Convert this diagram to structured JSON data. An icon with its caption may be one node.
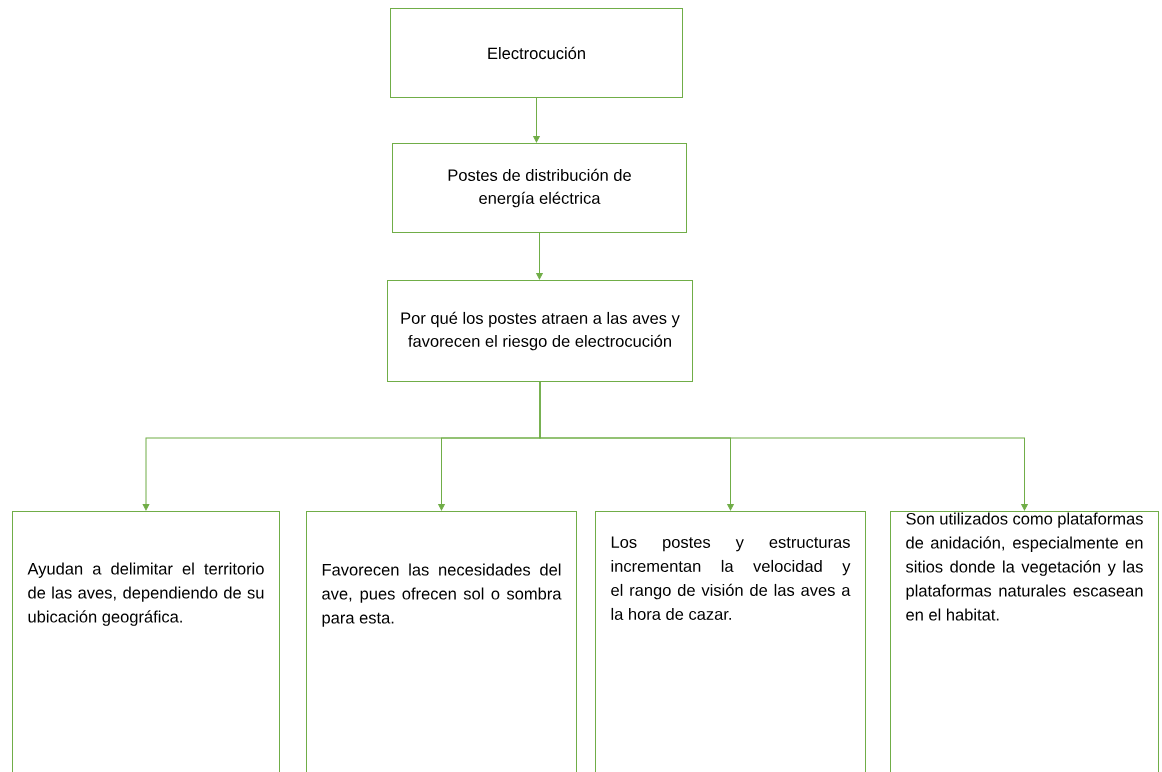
{
  "diagram": {
    "nodes": [
      {
        "text": [
          "Electrocución"
        ]
      },
      {
        "text": [
          "Postes de distribución de energía eléctrica"
        ]
      },
      {
        "text": [
          "Por qué los postes atraen a las aves y favorecen el riesgo de electrocución"
        ]
      },
      {
        "text": [
          "Ayudan a delimitar el territorio de las aves, dependiendo de su ubicación geográfica."
        ]
      },
      {
        "text": [
          "Favorecen las necesidades del ave, pues ofrecen sol o sombra para esta."
        ]
      },
      {
        "text": [
          "Los postes y estructuras incrementan la velocidad y el rango de visión de las aves a la hora de cazar."
        ]
      },
      {
        "text": [
          "Son utilizados como plataformas de anidación, especialmente en sitios donde la vegetación y las plataformas naturales escasean en el habitat."
        ]
      }
    ],
    "edges": [
      {
        "from": 0,
        "to": 1,
        "arrow": "to"
      },
      {
        "from": 1,
        "to": 2,
        "arrow": "to"
      },
      {
        "from": 2,
        "to": 3,
        "arrow": "to"
      },
      {
        "from": 2,
        "to": 4,
        "arrow": "to"
      },
      {
        "from": 2,
        "to": 5,
        "arrow": "to"
      },
      {
        "from": 2,
        "to": 6,
        "arrow": "to"
      }
    ]
  }
}
